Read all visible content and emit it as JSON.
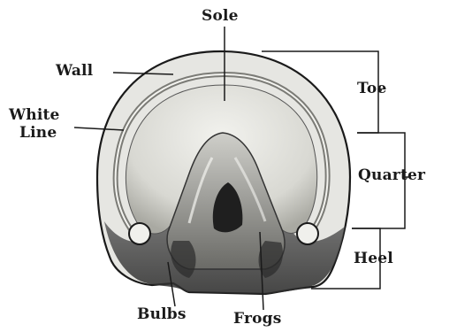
{
  "labels": {
    "sole": "Sole",
    "wall": "Wall",
    "white_line_1": "White",
    "white_line_2": "Line",
    "toe": "Toe",
    "quarter": "Quarter",
    "heel": "Heel",
    "bulbs": "Bulbs",
    "frogs": "Frogs"
  },
  "colors": {
    "ink": "#1a1a1a",
    "wall_fill": "#e6e6e2",
    "sole_fill": "#d9d9d4",
    "shadow": "#3a3a3a"
  }
}
